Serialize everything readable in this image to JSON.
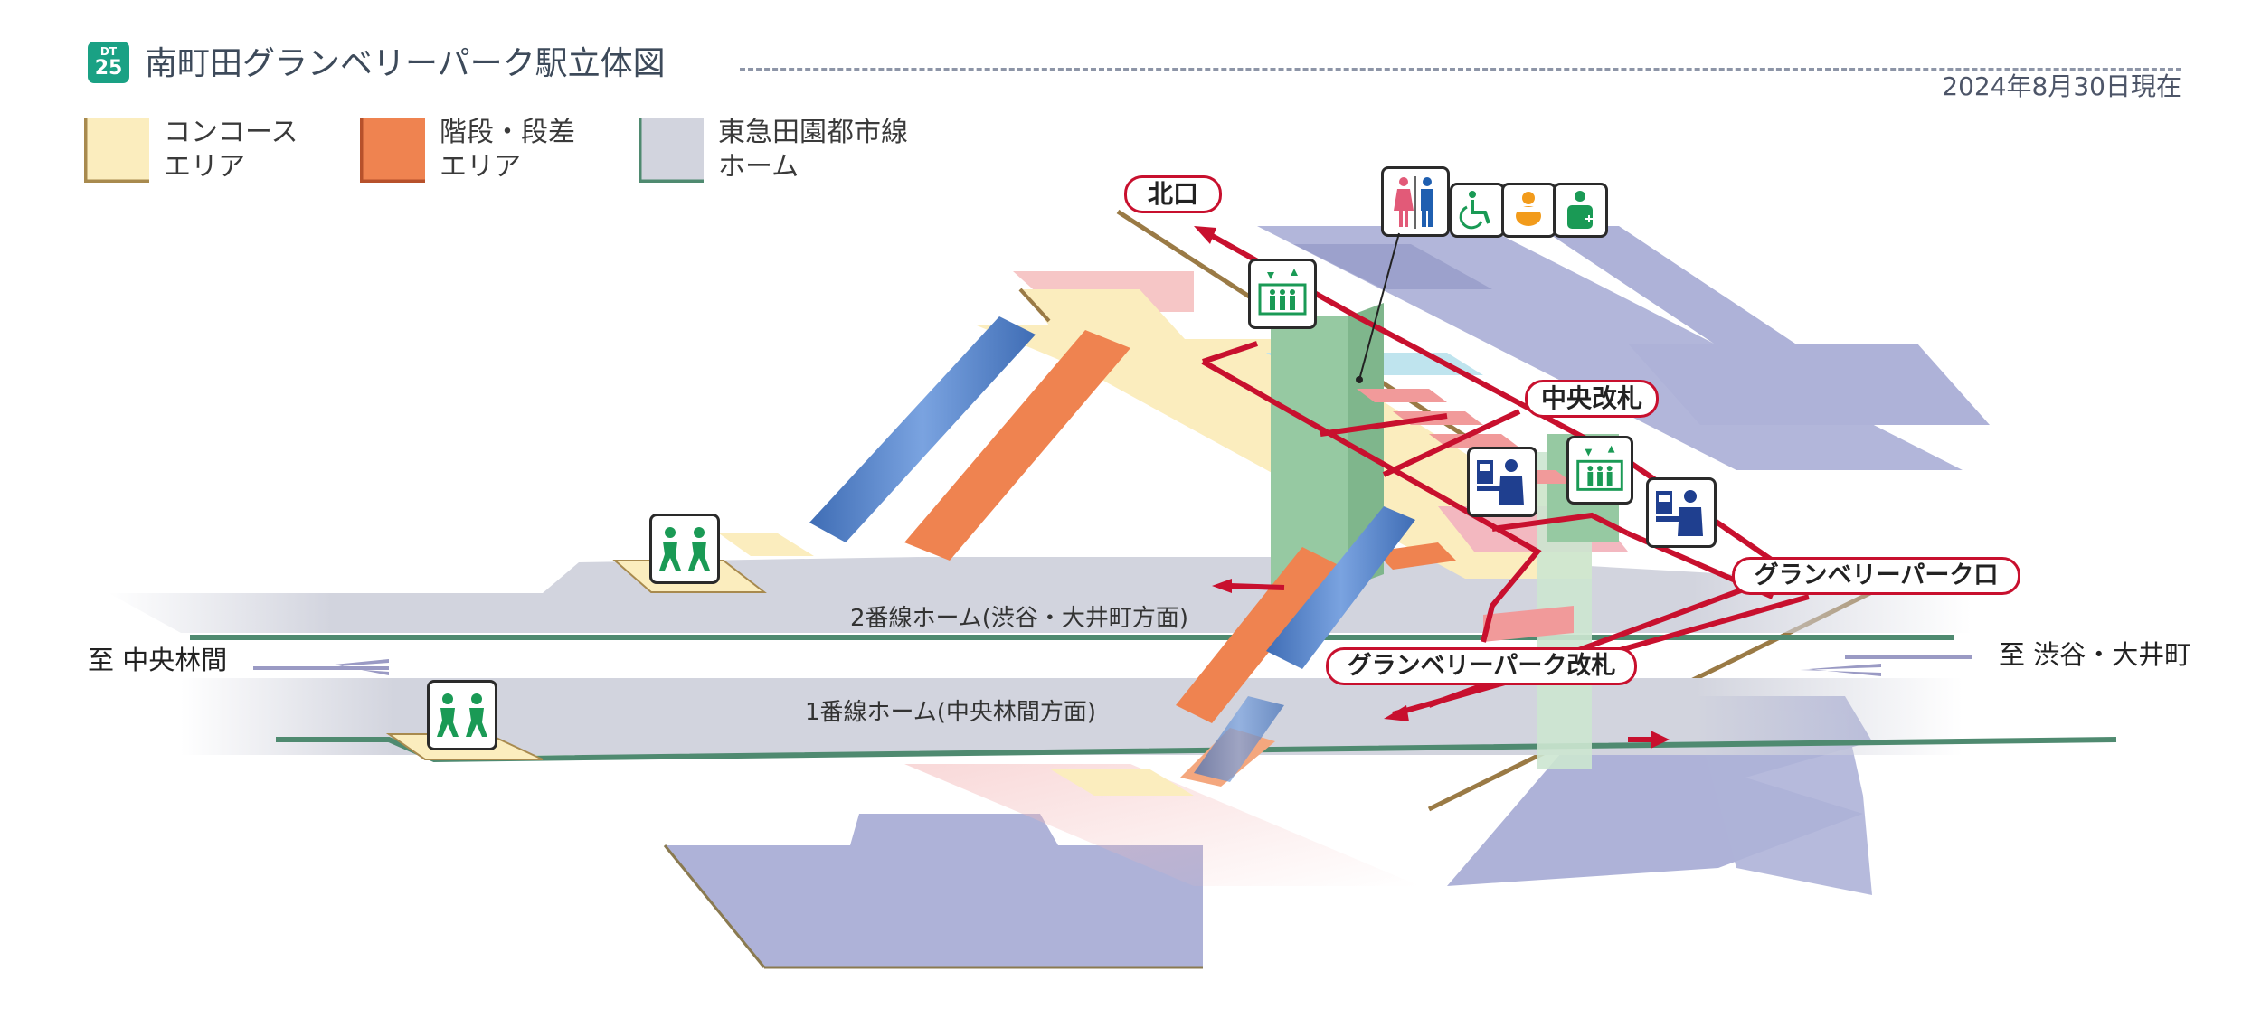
{
  "header": {
    "badge_line": "DT",
    "badge_number": "25",
    "title": "南町田グランベリーパーク駅立体図",
    "date": "2024年8月30日現在"
  },
  "legend": [
    {
      "label": "コンコース\nエリア",
      "color": "#fbedbe",
      "edge": "#a88a4e"
    },
    {
      "label": "階段・段差\nエリア",
      "color": "#ef8350",
      "edge": "#b7512b"
    },
    {
      "label": "東急田園都市線\nホーム",
      "color": "#d2d4de",
      "edge": "#4f8a70"
    }
  ],
  "exits": {
    "north": "北口",
    "central_gate": "中央改札",
    "granberry_exit": "グランベリーパーク口",
    "granberry_gate": "グランベリーパーク改札"
  },
  "platforms": {
    "platform2": "2番線ホーム(渋谷・大井町方面)",
    "platform1": "1番線ホーム(中央林間方面)"
  },
  "directions": {
    "left": "至 中央林間",
    "right": "至 渋谷・大井町"
  },
  "icons": [
    "elevator-icon",
    "restroom-icon",
    "accessible-icon",
    "baby-care-icon",
    "first-aid-icon",
    "ticket-office-icon",
    "boarding-position-icon"
  ],
  "colors": {
    "route": "#c8102e",
    "platform": "#d2d4de",
    "concourse": "#fbedbe",
    "stairs": "#ef8350",
    "escalator": "#5b86c9",
    "building": "#aeb2d8",
    "pillar": "#96c9a2",
    "track": "#4f8a70"
  }
}
